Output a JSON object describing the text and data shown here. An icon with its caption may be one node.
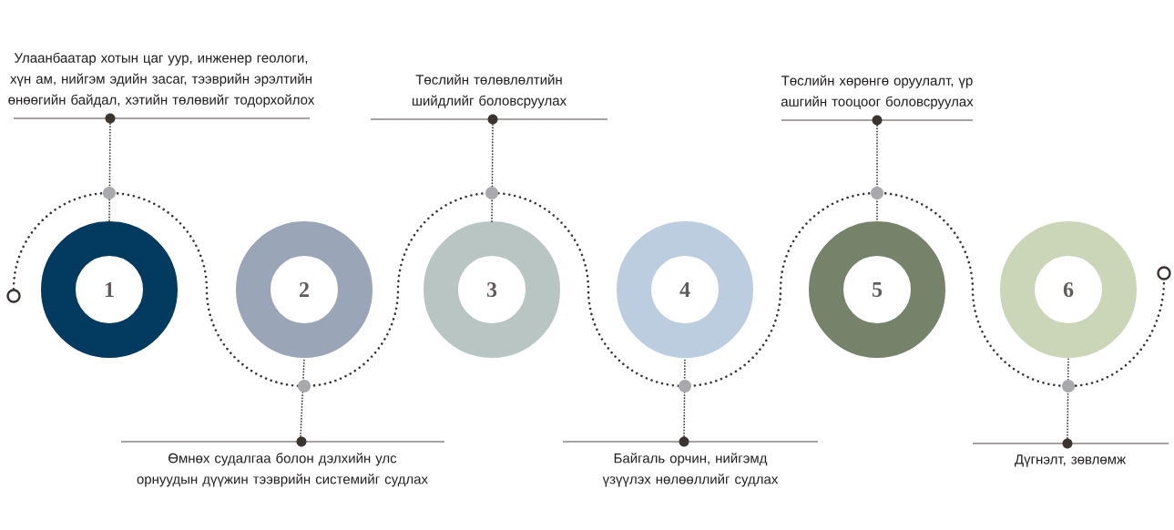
{
  "diagram": {
    "nodes": [
      {
        "text": [
          "1"
        ]
      },
      {
        "text": [
          "2"
        ]
      },
      {
        "text": [
          "3"
        ]
      },
      {
        "text": [
          "4"
        ]
      },
      {
        "text": [
          "5"
        ]
      },
      {
        "text": [
          "6"
        ]
      },
      {
        "text": [
          "Улаанбаатар хотын цаг уур, инженер геологи, хүн ам, нийгэм эдийн засаг, тээврийн эрэлтийн өнөөгийн байдал, хэтийн төлөвийг тодорхойлох"
        ]
      },
      {
        "text": [
          "Өмнөх судалгаа болон дэлхийн улс орнуудын дүүжин тээврийн системийг судлах"
        ]
      },
      {
        "text": [
          "Төслийн төлөвлөлтийн шийдлийг боловсруулах"
        ]
      },
      {
        "text": [
          "Байгаль орчин, нийгэмд үзүүлэх нөлөөллийг судлах"
        ]
      },
      {
        "text": [
          "Төслийн хөрөнгө оруулалт, үр ашгийн тооцоог боловсруулах"
        ]
      },
      {
        "text": [
          "Дүгнэлт, зөвлөмж"
        ]
      },
      {
        "text": [],
        "shape": "circle"
      },
      {
        "text": [],
        "shape": "circle"
      }
    ],
    "edges": [
      {
        "from": 6,
        "to": 0,
        "arrow": "none",
        "style": "dashed"
      },
      {
        "from": 7,
        "to": 1,
        "arrow": "none",
        "style": "dashed"
      },
      {
        "from": 8,
        "to": 2,
        "arrow": "none",
        "style": "dashed"
      },
      {
        "from": 9,
        "to": 3,
        "arrow": "none",
        "style": "dashed"
      },
      {
        "from": 10,
        "to": 4,
        "arrow": "none",
        "style": "dashed"
      },
      {
        "from": 11,
        "to": 5,
        "arrow": "none",
        "style": "dashed"
      },
      {
        "from": 12,
        "to": 13,
        "arrow": "none",
        "style": "dashed"
      }
    ]
  }
}
